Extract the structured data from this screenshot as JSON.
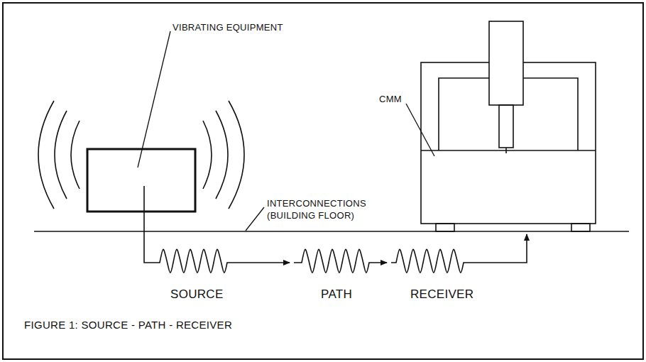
{
  "diagram": {
    "caption": "FIGURE 1: SOURCE - PATH - RECEIVER",
    "labels": [
      "VIBRATING EQUIPMENT",
      "INTERCONNECTIONS (BUILDING FLOOR)",
      "CMM",
      "SOURCE",
      "PATH",
      "RECEIVER"
    ]
  }
}
